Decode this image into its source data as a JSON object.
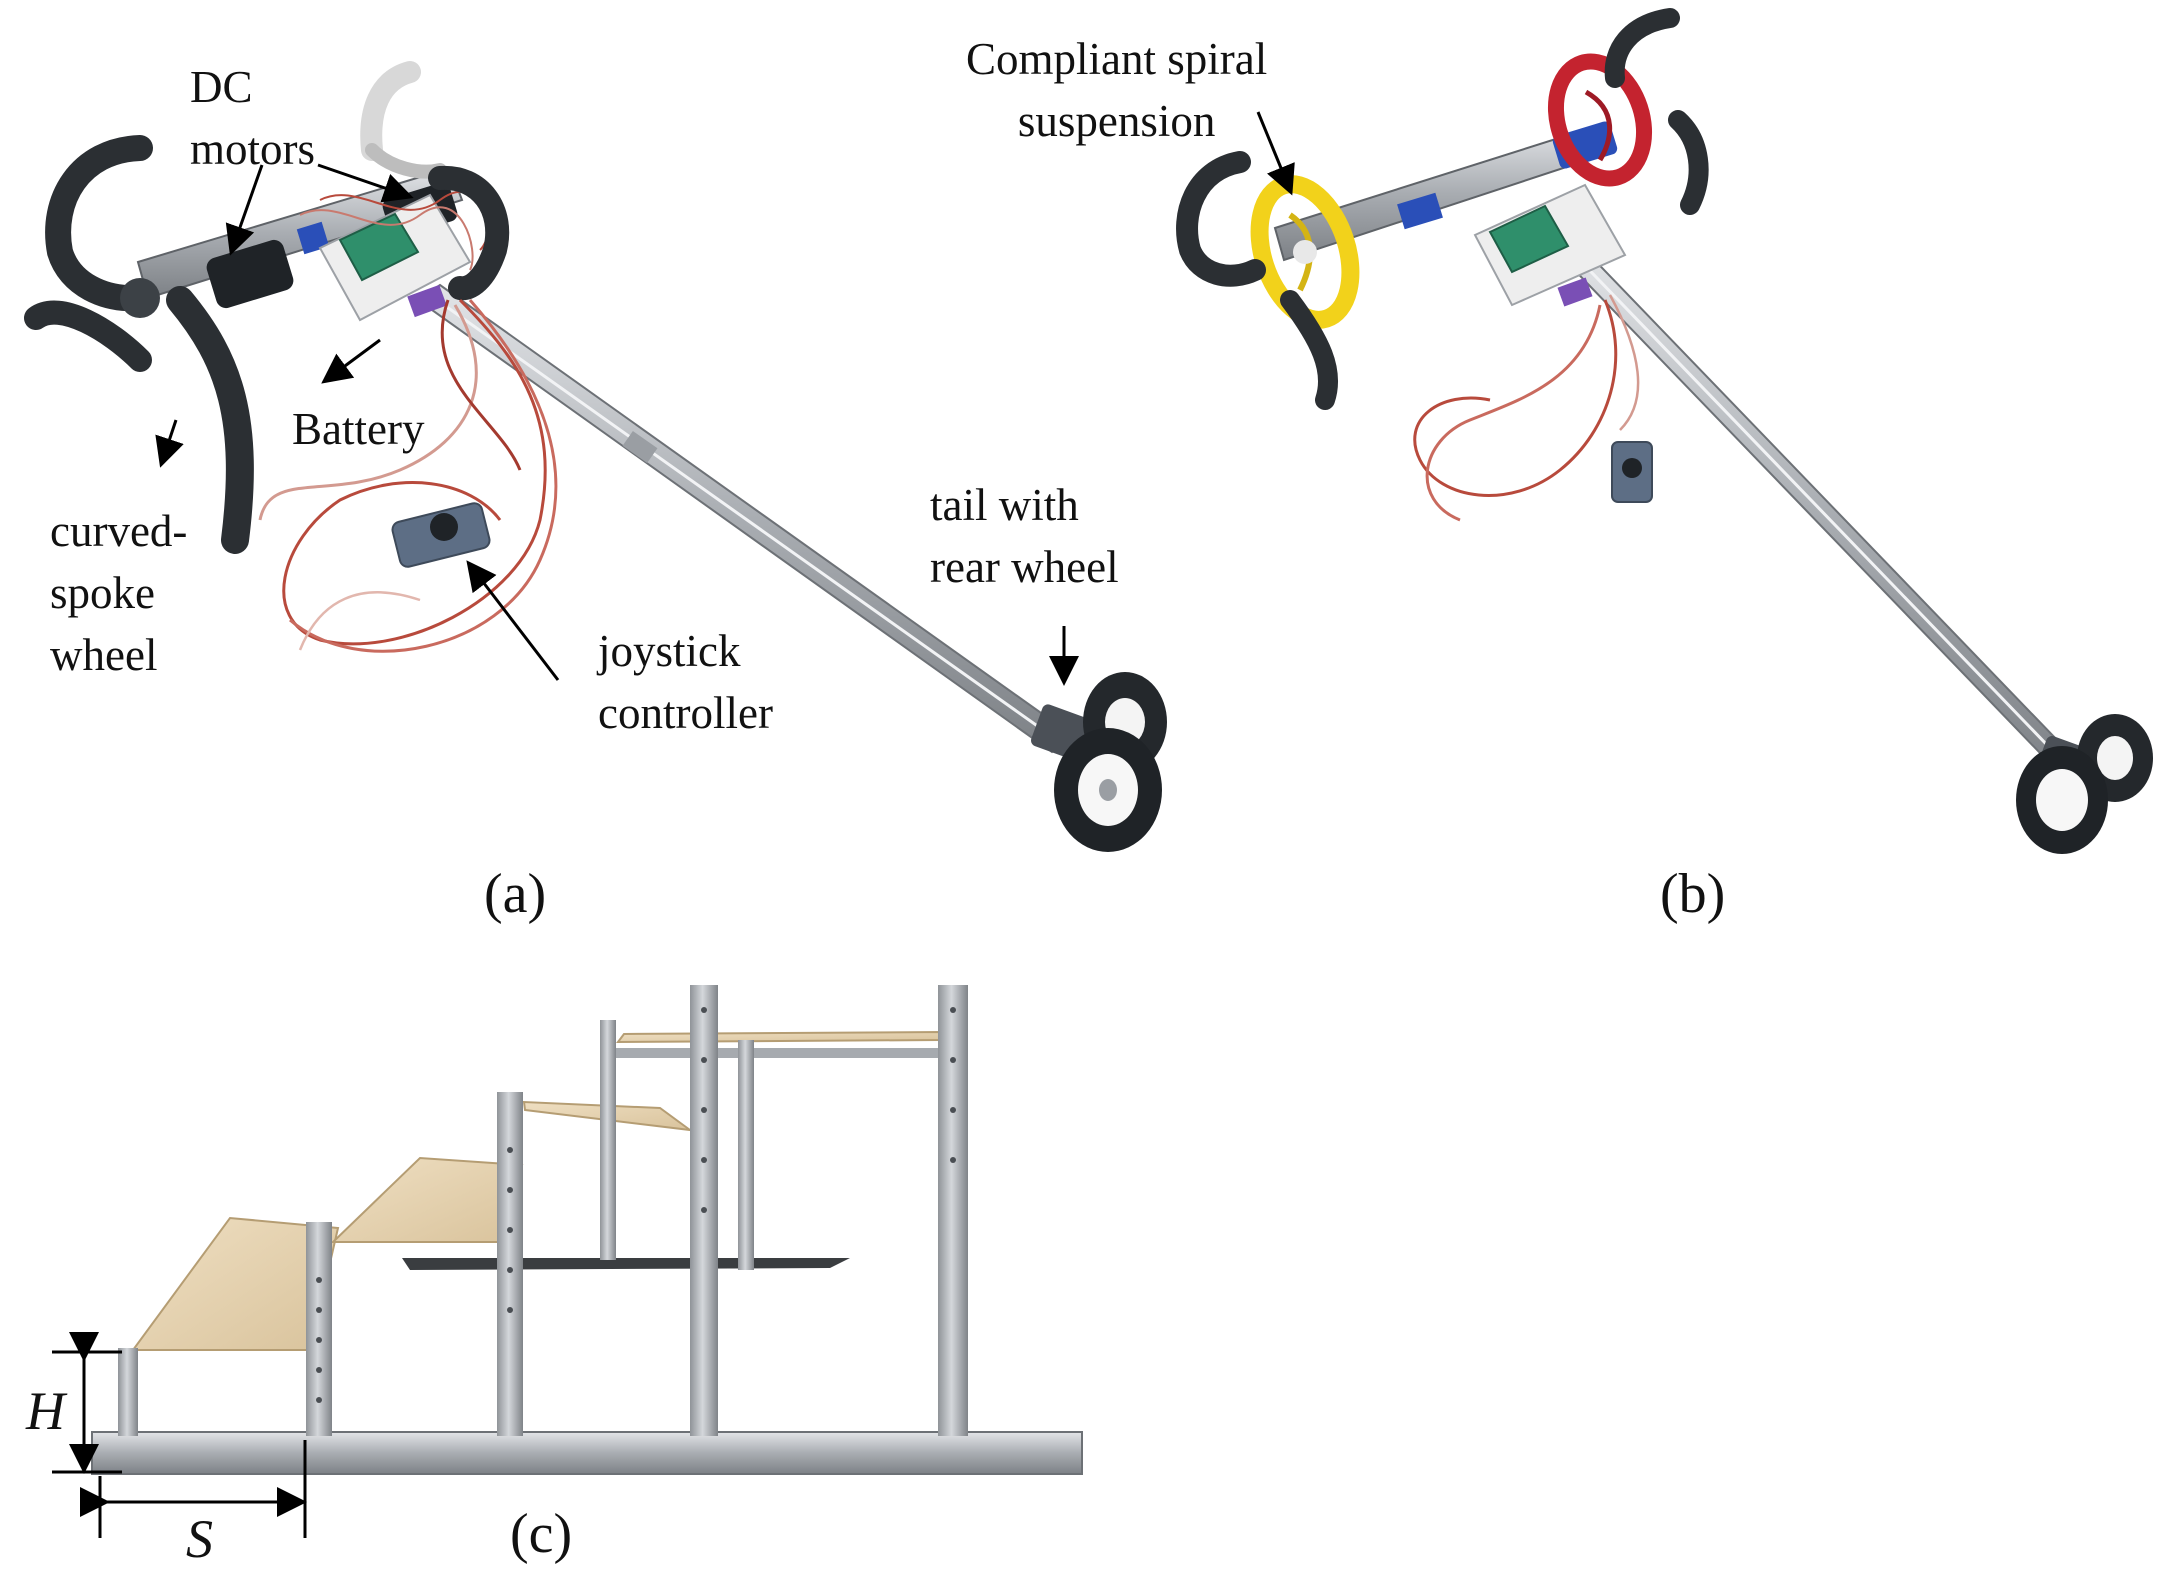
{
  "labels": {
    "dc_motors": [
      "DC",
      "motors"
    ],
    "battery": "Battery",
    "curved_spoke_wheel": [
      "curved-",
      "spoke",
      "wheel"
    ],
    "joystick_controller": [
      "joystick",
      "controller"
    ],
    "tail_rear_wheel": [
      "tail with",
      "rear wheel"
    ],
    "compliant_spiral": [
      "Compliant spiral",
      "suspension"
    ]
  },
  "panels": {
    "a": "(a)",
    "b": "(b)",
    "c": "(c)"
  },
  "dimensions": {
    "height": "H",
    "spacing": "S"
  },
  "colors": {
    "frame": "#b9bcc0",
    "wheel": "#2b2f33",
    "wood": "#e6d3b0",
    "suspension_yellow": "#f2d21b",
    "suspension_red": "#c4232f",
    "wire": "#b84a3c",
    "board": "#2f8f6b"
  }
}
